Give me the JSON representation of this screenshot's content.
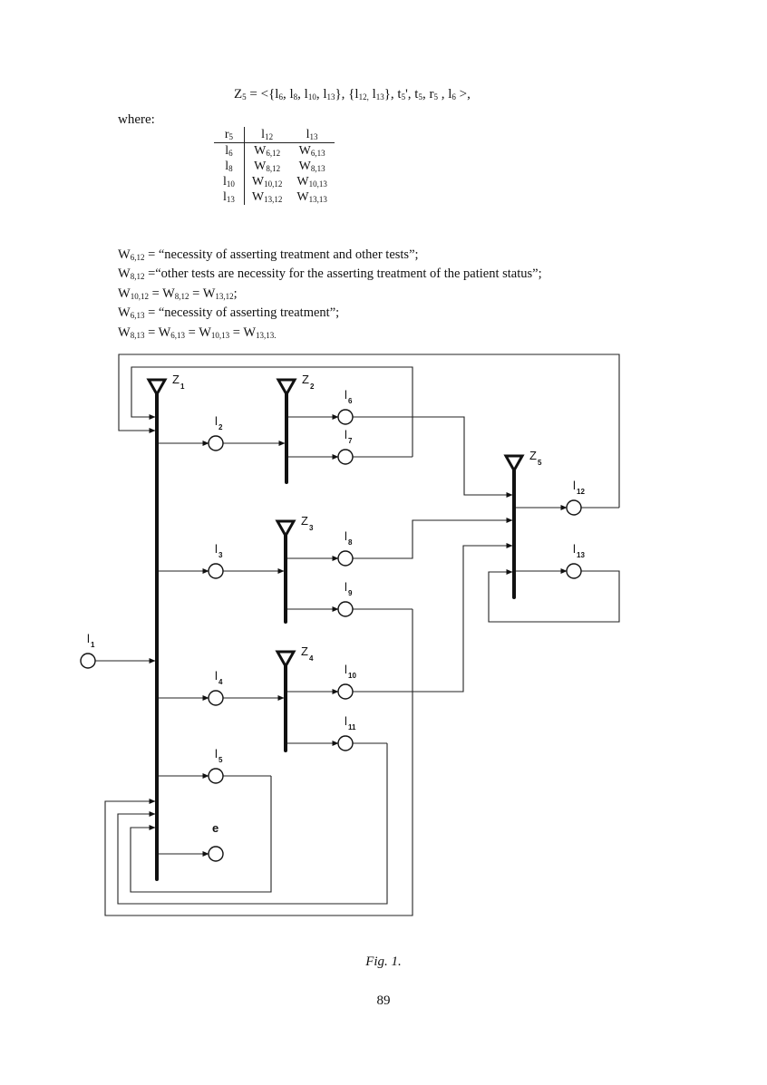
{
  "formula": {
    "lhs": "Z",
    "lhs_sub": "5",
    "text": " = <{l6, l8, l10, l13}, {l12, l13}, t5', t5, r5, l6 >,",
    "parts": [
      {
        "t": " = <{l"
      },
      {
        "s": "6"
      },
      {
        "t": ", l"
      },
      {
        "s": "8"
      },
      {
        "t": ", l"
      },
      {
        "s": "10"
      },
      {
        "t": ", l"
      },
      {
        "s": "13"
      },
      {
        "t": "}, {l"
      },
      {
        "s": "12,"
      },
      {
        "t": " l"
      },
      {
        "s": "13"
      },
      {
        "t": "}, t"
      },
      {
        "s": "5"
      },
      {
        "t": "', t"
      },
      {
        "s": "5"
      },
      {
        "t": ", r"
      },
      {
        "s": "5"
      },
      {
        "t": " , l"
      },
      {
        "s": "6"
      },
      {
        "t": " >,"
      }
    ]
  },
  "where_label": "where:",
  "table": {
    "corner": {
      "base": "r",
      "sub": "5"
    },
    "columns": [
      {
        "base": "l",
        "sub": "12"
      },
      {
        "base": "l",
        "sub": "13"
      }
    ],
    "rows": [
      {
        "head": {
          "base": "l",
          "sub": "6"
        },
        "cells": [
          {
            "base": "W",
            "sub": "6,12"
          },
          {
            "base": "W",
            "sub": "6,13"
          }
        ]
      },
      {
        "head": {
          "base": "l",
          "sub": "8"
        },
        "cells": [
          {
            "base": "W",
            "sub": "8,12"
          },
          {
            "base": "W",
            "sub": "8,13"
          }
        ]
      },
      {
        "head": {
          "base": "l",
          "sub": "10"
        },
        "cells": [
          {
            "base": "W",
            "sub": "10,12"
          },
          {
            "base": "W",
            "sub": "10,13"
          }
        ]
      },
      {
        "head": {
          "base": "l",
          "sub": "13"
        },
        "cells": [
          {
            "base": "W",
            "sub": "13,12"
          },
          {
            "base": "W",
            "sub": "13,13"
          }
        ]
      }
    ]
  },
  "definitions": [
    [
      {
        "t": "W"
      },
      {
        "s": "6,12"
      },
      {
        "t": " = “necessity of asserting treatment and other tests”;"
      }
    ],
    [
      {
        "t": "W"
      },
      {
        "s": "8,12"
      },
      {
        "t": " =“other tests are necessity for the asserting treatment of the patient status”;"
      }
    ],
    [
      {
        "t": "W"
      },
      {
        "s": "10,12"
      },
      {
        "t": " = W"
      },
      {
        "s": "8,12"
      },
      {
        "t": " = W"
      },
      {
        "s": "13,12"
      },
      {
        "t": ";"
      }
    ],
    [
      {
        "t": "W"
      },
      {
        "s": "6,13"
      },
      {
        "t": "  = “necessity of asserting treatment”;"
      }
    ],
    [
      {
        "t": "W"
      },
      {
        "s": "8,13"
      },
      {
        "t": " = W"
      },
      {
        "s": "6,13"
      },
      {
        "t": " = W"
      },
      {
        "s": "10,13"
      },
      {
        "t": " = W"
      },
      {
        "s": "13,13."
      }
    ]
  ],
  "diagram": {
    "transitions": [
      {
        "id": "z1",
        "label": "Z",
        "sub": "1"
      },
      {
        "id": "z2",
        "label": "Z",
        "sub": "2"
      },
      {
        "id": "z3",
        "label": "Z",
        "sub": "3"
      },
      {
        "id": "z4",
        "label": "Z",
        "sub": "4"
      },
      {
        "id": "z5",
        "label": "Z",
        "sub": "5"
      }
    ],
    "places": [
      {
        "id": "l1",
        "label": "l",
        "sub": "1"
      },
      {
        "id": "l2",
        "label": "l",
        "sub": "2"
      },
      {
        "id": "l3",
        "label": "l",
        "sub": "3"
      },
      {
        "id": "l4",
        "label": "l",
        "sub": "4"
      },
      {
        "id": "l5",
        "label": "l",
        "sub": "5"
      },
      {
        "id": "e",
        "label": "e",
        "sub": ""
      },
      {
        "id": "l6",
        "label": "l",
        "sub": "6"
      },
      {
        "id": "l7",
        "label": "l",
        "sub": "7"
      },
      {
        "id": "l8",
        "label": "l",
        "sub": "8"
      },
      {
        "id": "l9",
        "label": "l",
        "sub": "9"
      },
      {
        "id": "l10",
        "label": "l",
        "sub": "10"
      },
      {
        "id": "l11",
        "label": "l",
        "sub": "11"
      },
      {
        "id": "l12",
        "label": "l",
        "sub": "12"
      },
      {
        "id": "l13",
        "label": "l",
        "sub": "13"
      }
    ]
  },
  "caption": "Fig. 1.",
  "page_number": "89"
}
